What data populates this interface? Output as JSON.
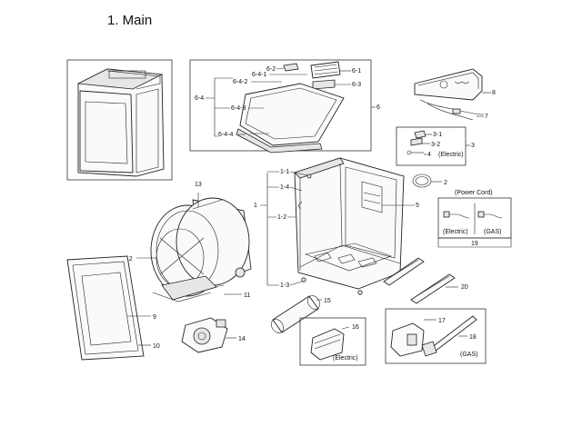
{
  "title": "1. Main",
  "labels": {
    "p1": "1",
    "p1_1": "1-1",
    "p1_2": "1-2",
    "p1_3": "1-3",
    "p1_4": "1-4",
    "p2": "2",
    "p3": "3",
    "p3_1": "3-1",
    "p3_2": "3-2",
    "p4": "4",
    "p5": "5",
    "p6": "6",
    "p6_1": "6-1",
    "p6_2": "6-2",
    "p6_3": "6-3",
    "p6_4": "6-4",
    "p6_4_1": "6-4-1",
    "p6_4_2": "6-4-2",
    "p6_4_3": "6-4-3",
    "p6_4_4": "6-4-4",
    "p7": "7",
    "p8": "8",
    "p9": "9",
    "p10": "10",
    "p11": "11",
    "p12": "12",
    "p13": "13",
    "p14": "14",
    "p15": "15",
    "p16": "16",
    "p17": "17",
    "p18": "18",
    "p19": "19",
    "p20": "20"
  },
  "notes": {
    "electric_parts3": "(Electric)",
    "power_cord": "(Power Cord)",
    "cord_electric": "(Electric)",
    "cord_gas": "(GAS)",
    "heater_electric": "(Electric)",
    "gas_valve": "(GAS)"
  }
}
